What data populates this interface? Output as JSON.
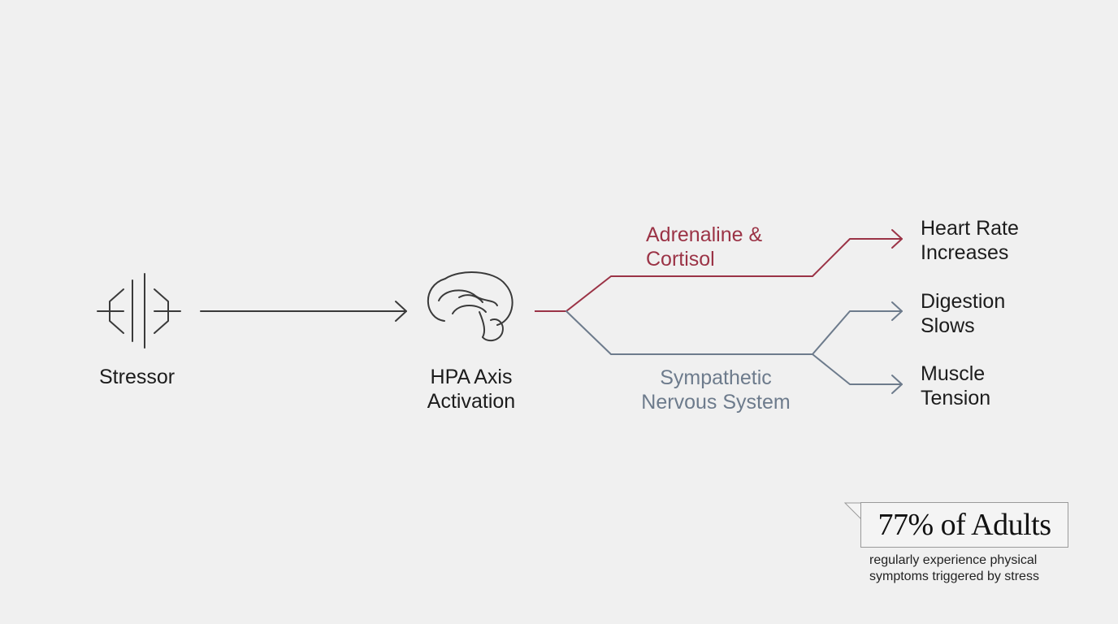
{
  "nodes": {
    "stressor": "Stressor",
    "hpa": "HPA Axis\nActivation",
    "adrenaline": "Adrenaline &\nCortisol",
    "sympathetic": "Sympathetic\nNervous System",
    "heart": "Heart Rate\nIncreases",
    "digestion": "Digestion\nSlows",
    "muscle": "Muscle\nTension"
  },
  "stat": {
    "value": "77% of Adults",
    "caption": "regularly experience physical\nsymptoms triggered by stress"
  },
  "colors": {
    "hormone_path": "#9b3346",
    "nervous_path": "#6d7b8c",
    "neutral_line": "#3a3a3a"
  },
  "icons": {
    "stressor": "stressor-icon",
    "hpa": "brain-icon"
  }
}
